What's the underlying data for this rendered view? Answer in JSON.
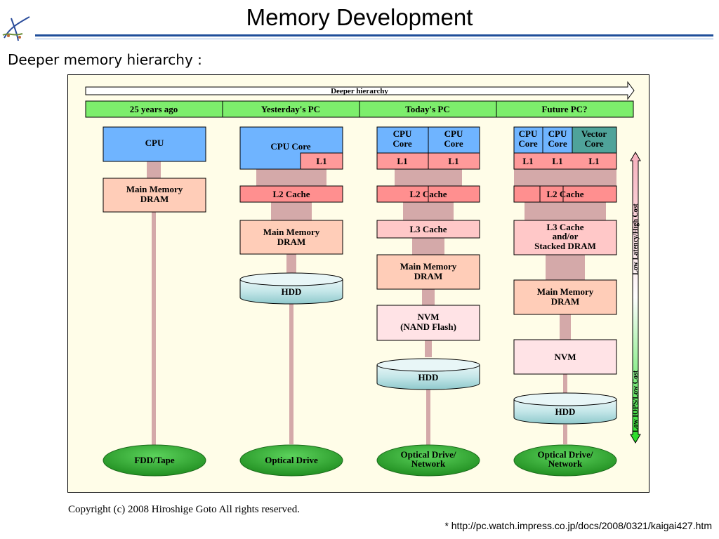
{
  "title": "Memory Development",
  "subtitle": "Deeper memory hierarchy :",
  "figure": {
    "arrow_label": "Deeper hierarchy",
    "eras": [
      "25 years ago",
      "Yesterday's PC",
      "Today's PC",
      "Future PC?"
    ],
    "side_top": "Low Latency/High Cost",
    "side_bottom": "Low IOPS/Low Cost",
    "col1": {
      "cpu": "CPU",
      "mem1": "Main Memory",
      "mem2": "DRAM",
      "store": "FDD/Tape"
    },
    "col2": {
      "cpu": "CPU Core",
      "l1": "L1",
      "l2": "L2 Cache",
      "mem1": "Main Memory",
      "mem2": "DRAM",
      "hdd": "HDD",
      "store": "Optical Drive"
    },
    "col3": {
      "cpu1a": "CPU",
      "cpu1b": "Core",
      "cpu2a": "CPU",
      "cpu2b": "Core",
      "l1a": "L1",
      "l1b": "L1",
      "l2": "L2 Cache",
      "l3": "L3 Cache",
      "mem1": "Main Memory",
      "mem2": "DRAM",
      "nvm1": "NVM",
      "nvm2": "(NAND Flash)",
      "hdd": "HDD",
      "store1": "Optical Drive/",
      "store2": "Network"
    },
    "col4": {
      "cpu1a": "CPU",
      "cpu1b": "Core",
      "cpu2a": "CPU",
      "cpu2b": "Core",
      "vec1": "Vector",
      "vec2": "Core",
      "l1a": "L1",
      "l1b": "L1",
      "l1c": "L1",
      "l2": "L2 Cache",
      "l3a": "L3 Cache",
      "l3b": "and/or",
      "l3c": "Stacked DRAM",
      "mem1": "Main Memory",
      "mem2": "DRAM",
      "nvm": "NVM",
      "hdd": "HDD",
      "store1": "Optical Drive/",
      "store2": "Network"
    }
  },
  "copyright": "Copyright (c) 2008 Hiroshige Goto All rights reserved.",
  "url": "* http://pc.watch.impress.co.jp/docs/2008/0321/kaigai427.htm",
  "colors": {
    "title_rule": "#1f4e9a",
    "cpu": "#6fb4ff",
    "l1": "#ff9a9a",
    "l2": "#ff8f8f",
    "l3": "#ffc8c8",
    "dram": "#ffcdb8",
    "nvm": "#ffe3e6",
    "era": "#7dee6c",
    "storage": "#2ea52e",
    "vector": "#4fa39a",
    "connector": "#d4a9a9"
  }
}
